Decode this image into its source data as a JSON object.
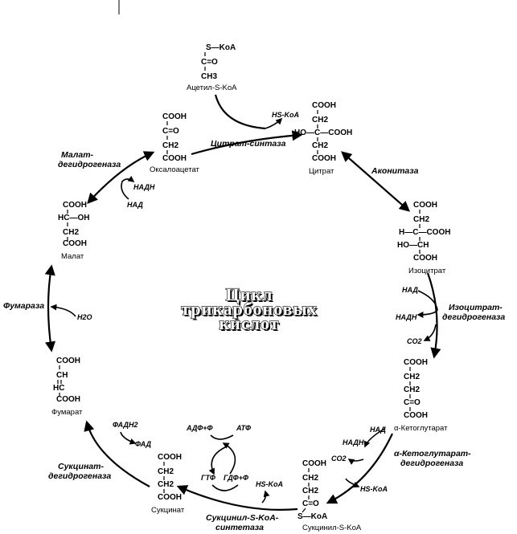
{
  "title": [
    "Цикл",
    "трикарбоновых",
    "кислот"
  ],
  "compounds": {
    "acetyl": {
      "lines": [
        "S—KoA",
        "C=O",
        "CH3"
      ],
      "name": "Ацетил-S-KoA"
    },
    "citrate": {
      "lines": [
        "COOH",
        "CH2",
        "HO—C—COOH",
        "CH2",
        "COOH"
      ],
      "name": "Цитрат"
    },
    "isocitrate": {
      "lines": [
        "COOH",
        "CH2",
        "H—C—COOH",
        "HO—CH",
        "COOH"
      ],
      "name": "Изоцитрат"
    },
    "ketoglutarate": {
      "lines": [
        "COOH",
        "CH2",
        "CH2",
        "C=O",
        "COOH"
      ],
      "name": "α-Кетоглутарат"
    },
    "succinylcoa": {
      "lines": [
        "COOH",
        "CH2",
        "CH2",
        "C=O",
        "S—KoA"
      ],
      "name": "Сукцинил-S-KoA"
    },
    "succinate": {
      "lines": [
        "COOH",
        "CH2",
        "CH2",
        "COOH"
      ],
      "name": "Сукцинат"
    },
    "fumarate": {
      "lines": [
        "COOH",
        "CH",
        "HC",
        "COOH"
      ],
      "name": "Фумарат"
    },
    "malate": {
      "lines": [
        "COOH",
        "HC—OH",
        "CH2",
        "COOH"
      ],
      "name": "Малат"
    },
    "oxaloacetate": {
      "lines": [
        "COOH",
        "C=O",
        "CH2",
        "COOH"
      ],
      "name": "Оксалоацетат"
    }
  },
  "enzymes": {
    "citrate_synthase": "Цитрат-синтаза",
    "aconitase": "Аконитаза",
    "isocitrate_dh": [
      "Изоцитрат-",
      "дегидрогеназа"
    ],
    "akg_dh": [
      "α-Кетоглутарат-",
      "дегидрогеназа"
    ],
    "succinyl_synthetase": [
      "Сукцинил-S-KoA-",
      "синтетаза"
    ],
    "succinate_dh": [
      "Сукцинат-",
      "дегидрогеназа"
    ],
    "fumarase": "Фумараза",
    "malate_dh": [
      "Малат-",
      "дегидрогеназа"
    ]
  },
  "cofactors": {
    "hs_coa_1": "HS-KoA",
    "nad_1": "НАД",
    "nadh_1": "НАДН",
    "co2_1": "CO2",
    "nad_2": "НАД",
    "nadh_2": "НАДН",
    "co2_2": "CO2",
    "hs_coa_2": "HS-KoA",
    "hs_coa_3": "HS-KoA",
    "adp": "АДФ+Ф",
    "atp": "АТФ",
    "gtp": "ГТФ",
    "gdp": "ГДФ+Ф",
    "fad": "ФАД",
    "fadh2": "ФАДН2",
    "h2o": "H2O",
    "nad_3": "НАД",
    "nadh_3": "НАДН"
  }
}
